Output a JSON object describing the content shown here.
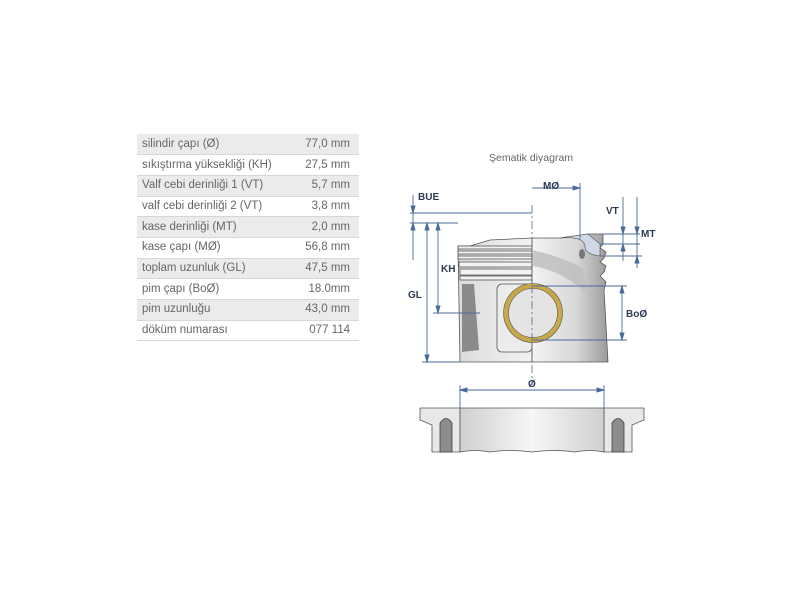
{
  "spec_table": {
    "rows": [
      {
        "label": "silindir çapı (Ø)",
        "value": "77,0 mm"
      },
      {
        "label": "sıkıştırma yüksekliği (KH)",
        "value": "27,5 mm"
      },
      {
        "label": "Valf cebi derinliği 1 (VT)",
        "value": "5,7 mm"
      },
      {
        "label": "valf cebi derinliği 2 (VT)",
        "value": "3,8 mm"
      },
      {
        "label": "kase derinliği (MT)",
        "value": "2,0 mm"
      },
      {
        "label": "kase çapı (MØ)",
        "value": "56,8 mm"
      },
      {
        "label": "toplam uzunluk (GL)",
        "value": "47,5 mm"
      },
      {
        "label": "pim çapı (BoØ)",
        "value": "18.0mm"
      },
      {
        "label": "pim uzunluğu",
        "value": "43,0 mm"
      },
      {
        "label": "döküm numarası",
        "value": "077 114"
      }
    ]
  },
  "diagram": {
    "title": "Şematik diyagram",
    "labels": {
      "bue": "BUE",
      "mo": "MØ",
      "vt": "VT",
      "mt": "MT",
      "kh": "KH",
      "gl": "GL",
      "boo": "BoØ",
      "diameter": "Ø"
    },
    "colors": {
      "dimension_line": "#4a6a9a",
      "label": "#2b3a55",
      "pin_ring": "#c8a84a",
      "body_light": "#e9e9e9",
      "body_dark": "#8c8c8c"
    }
  }
}
